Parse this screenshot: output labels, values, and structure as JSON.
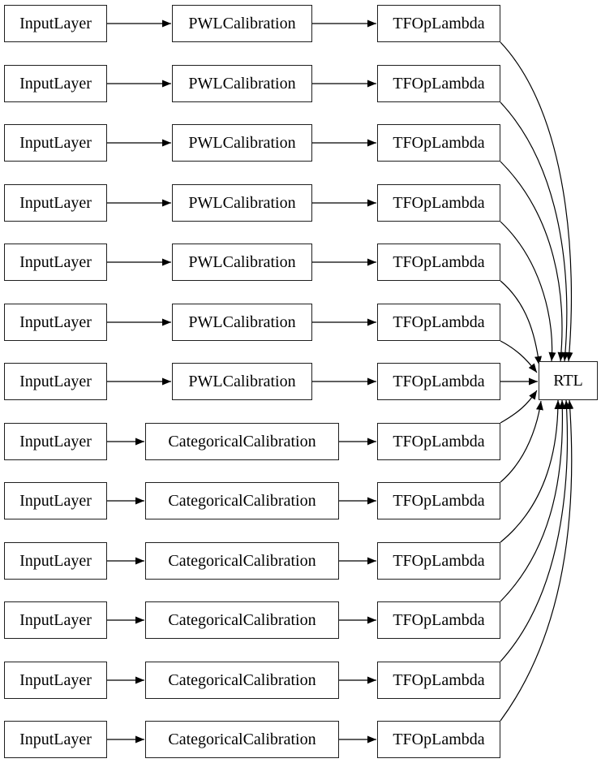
{
  "colors": {
    "background": "#ffffff",
    "node_fill": "#ffffff",
    "node_border": "#1f1f1f",
    "edge": "#000000",
    "text": "#000000"
  },
  "rtl": {
    "label": "RTL"
  },
  "rows": [
    {
      "input": "InputLayer",
      "calibration": "PWLCalibration",
      "lambda": "TFOpLambda"
    },
    {
      "input": "InputLayer",
      "calibration": "PWLCalibration",
      "lambda": "TFOpLambda"
    },
    {
      "input": "InputLayer",
      "calibration": "PWLCalibration",
      "lambda": "TFOpLambda"
    },
    {
      "input": "InputLayer",
      "calibration": "PWLCalibration",
      "lambda": "TFOpLambda"
    },
    {
      "input": "InputLayer",
      "calibration": "PWLCalibration",
      "lambda": "TFOpLambda"
    },
    {
      "input": "InputLayer",
      "calibration": "PWLCalibration",
      "lambda": "TFOpLambda"
    },
    {
      "input": "InputLayer",
      "calibration": "PWLCalibration",
      "lambda": "TFOpLambda"
    },
    {
      "input": "InputLayer",
      "calibration": "CategoricalCalibration",
      "lambda": "TFOpLambda"
    },
    {
      "input": "InputLayer",
      "calibration": "CategoricalCalibration",
      "lambda": "TFOpLambda"
    },
    {
      "input": "InputLayer",
      "calibration": "CategoricalCalibration",
      "lambda": "TFOpLambda"
    },
    {
      "input": "InputLayer",
      "calibration": "CategoricalCalibration",
      "lambda": "TFOpLambda"
    },
    {
      "input": "InputLayer",
      "calibration": "CategoricalCalibration",
      "lambda": "TFOpLambda"
    },
    {
      "input": "InputLayer",
      "calibration": "CategoricalCalibration",
      "lambda": "TFOpLambda"
    }
  ]
}
